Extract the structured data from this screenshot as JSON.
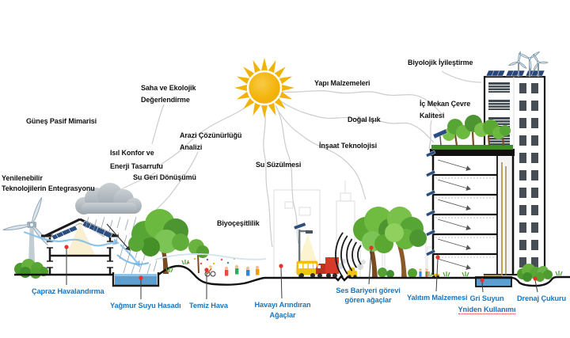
{
  "diagram_title": "",
  "colors": {
    "label_black": "#111111",
    "label_blue": "#1b75bc",
    "sun_yellow": "#f3b30a",
    "connector_grey": "#cccccc",
    "marker_red": "#e63229",
    "water_blue": "#5b9ecf"
  },
  "labels": {
    "gunes_pasif": "Güneş Pasif Mimarisi",
    "yenilenebilir": "Yenilenebilir\nTeknolojilerin Entegrasyonu",
    "isil_konfor": "Isıl Konfor ve\nEnerji Tasarrufu",
    "su_geri": "Su Geri Dönüşümü",
    "saha": "Saha ve Ekolojik\nDeğerlendirme",
    "arazi": "Arazi Çözünürlüğü\nAnalizi",
    "su_suzulmesi": "Su Süzülmesi",
    "biyocesitlilik": "Biyoçeşitlilik",
    "yapi_malzemeleri": "Yapı Malzemeleri",
    "dogal_isik": "Doğal Işık",
    "insaat_teknolojisi": "İnşaat Teknolojisi",
    "biyolojik_iyilestirme": "Biyolojik İyileştirme",
    "ic_mekan": "İç Mekan Çevre\nKalitesi",
    "capraz_havalandirma": "Çapraz Havalandırma",
    "yagmur_suyu": "Yağmur Suyu Hasadı",
    "temiz_hava": "Temiz Hava",
    "havayi_arindiran": "Havayı Arındıran\nAğaçlar",
    "ses_bariyeri": "Ses Bariyeri görevi\ngören ağaçlar",
    "yalitim_malzemesi": "Yalıtım Malzemesi",
    "gri_suyun_line1": "Gri Suyun",
    "gri_suyun_line2": "Yniden Kullanımı",
    "drenaj_cukuru": "Drenaj Çukuru"
  }
}
